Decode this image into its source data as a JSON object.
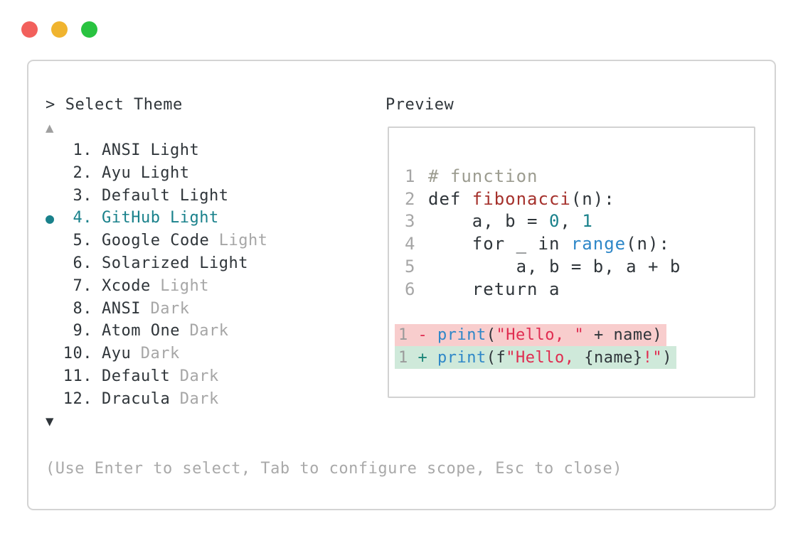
{
  "window": {
    "controls": [
      {
        "name": "close",
        "color": "#f2605c"
      },
      {
        "name": "minimize",
        "color": "#f0b42f"
      },
      {
        "name": "maximize",
        "color": "#29c340"
      }
    ]
  },
  "selector": {
    "prompt": ">",
    "title": "Select Theme",
    "scroll_up": "▲",
    "scroll_down": "▼",
    "selected_bullet": "●",
    "selected_item": "GitHub Light",
    "items": [
      {
        "number": "1.",
        "name": "ANSI",
        "variant": "Light"
      },
      {
        "number": "2.",
        "name": "Ayu",
        "variant": "Light"
      },
      {
        "number": "3.",
        "name": "Default",
        "variant": "Light"
      },
      {
        "number": "4.",
        "name": "GitHub",
        "variant": "Light"
      },
      {
        "number": "5.",
        "name": "Google Code",
        "variant": "Light"
      },
      {
        "number": "6.",
        "name": "Solarized",
        "variant": "Light"
      },
      {
        "number": "7.",
        "name": "Xcode",
        "variant": "Light"
      },
      {
        "number": "8.",
        "name": "ANSI",
        "variant": "Dark"
      },
      {
        "number": "9.",
        "name": "Atom One",
        "variant": "Dark"
      },
      {
        "number": "10.",
        "name": "Ayu",
        "variant": "Dark"
      },
      {
        "number": "11.",
        "name": "Default",
        "variant": "Dark"
      },
      {
        "number": "12.",
        "name": "Dracula",
        "variant": "Dark"
      }
    ],
    "footer_hint": "(Use Enter to select, Tab to configure scope, Esc to close)"
  },
  "preview": {
    "label": "Preview",
    "code_lines": [
      {
        "num": "1",
        "tokens": [
          {
            "t": "# function",
            "c": "comment"
          }
        ]
      },
      {
        "num": "2",
        "tokens": [
          {
            "t": "def ",
            "c": "plain"
          },
          {
            "t": "fibonacci",
            "c": "func"
          },
          {
            "t": "(n):",
            "c": "plain"
          }
        ]
      },
      {
        "num": "3",
        "tokens": [
          {
            "t": "    a, b = ",
            "c": "plain"
          },
          {
            "t": "0",
            "c": "number"
          },
          {
            "t": ", ",
            "c": "plain"
          },
          {
            "t": "1",
            "c": "number"
          }
        ]
      },
      {
        "num": "4",
        "tokens": [
          {
            "t": "    for _ in ",
            "c": "plain"
          },
          {
            "t": "range",
            "c": "builtin"
          },
          {
            "t": "(n):",
            "c": "plain"
          }
        ]
      },
      {
        "num": "5",
        "tokens": [
          {
            "t": "        a, b = b, a + b",
            "c": "plain"
          }
        ]
      },
      {
        "num": "6",
        "tokens": [
          {
            "t": "    return a",
            "c": "plain"
          }
        ]
      }
    ],
    "diff_lines": [
      {
        "num": "1",
        "kind": "removed",
        "tokens": [
          {
            "t": " - ",
            "c": "removed-sign"
          },
          {
            "t": "print",
            "c": "builtin"
          },
          {
            "t": "(",
            "c": "plain"
          },
          {
            "t": "\"Hello, \"",
            "c": "string"
          },
          {
            "t": " + name)",
            "c": "plain"
          }
        ]
      },
      {
        "num": "1",
        "kind": "added",
        "tokens": [
          {
            "t": " + ",
            "c": "added-sign"
          },
          {
            "t": "print",
            "c": "builtin"
          },
          {
            "t": "(f",
            "c": "plain"
          },
          {
            "t": "\"Hello, ",
            "c": "string"
          },
          {
            "t": "{name}",
            "c": "plain"
          },
          {
            "t": "!\"",
            "c": "string"
          },
          {
            "t": ")",
            "c": "plain"
          }
        ]
      }
    ]
  },
  "colors": {
    "accent_teal": "#19818b",
    "text_dark": "#2f353a",
    "text_muted": "#a6a6a6",
    "comment": "#9c9c90",
    "function_name": "#a5312c",
    "number_literal": "#19818b",
    "builtin_blue": "#2e87c8",
    "string_red": "#e02c50",
    "added_green": "#1a8577",
    "removed_bg": "#f8cdcd",
    "added_bg": "#cfe9da",
    "panel_border": "#d4d4d4"
  }
}
